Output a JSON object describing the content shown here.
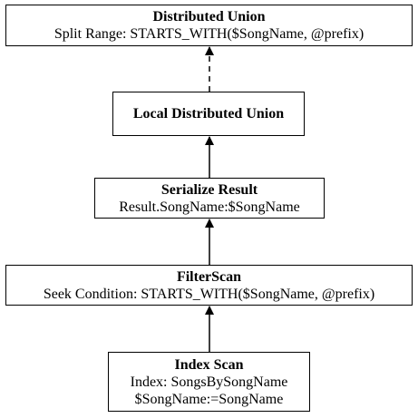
{
  "nodes": [
    {
      "title": "Distributed Union",
      "lines": [
        "Split Range: STARTS_WITH($SongName, @prefix)"
      ]
    },
    {
      "title": "Local Distributed Union",
      "lines": []
    },
    {
      "title": "Serialize Result",
      "lines": [
        "Result.SongName:$SongName"
      ]
    },
    {
      "title": "FilterScan",
      "lines": [
        "Seek Condition: STARTS_WITH($SongName, @prefix)"
      ]
    },
    {
      "title": "Index Scan",
      "lines": [
        "Index: SongsBySongName",
        "$SongName:=SongName"
      ]
    }
  ],
  "edges": [
    {
      "from": "Local Distributed Union",
      "to": "Distributed Union",
      "style": "dashed"
    },
    {
      "from": "Serialize Result",
      "to": "Local Distributed Union",
      "style": "solid"
    },
    {
      "from": "FilterScan",
      "to": "Serialize Result",
      "style": "solid"
    },
    {
      "from": "Index Scan",
      "to": "FilterScan",
      "style": "solid"
    }
  ],
  "colors": {
    "stroke": "#000000",
    "fill": "#ffffff"
  }
}
